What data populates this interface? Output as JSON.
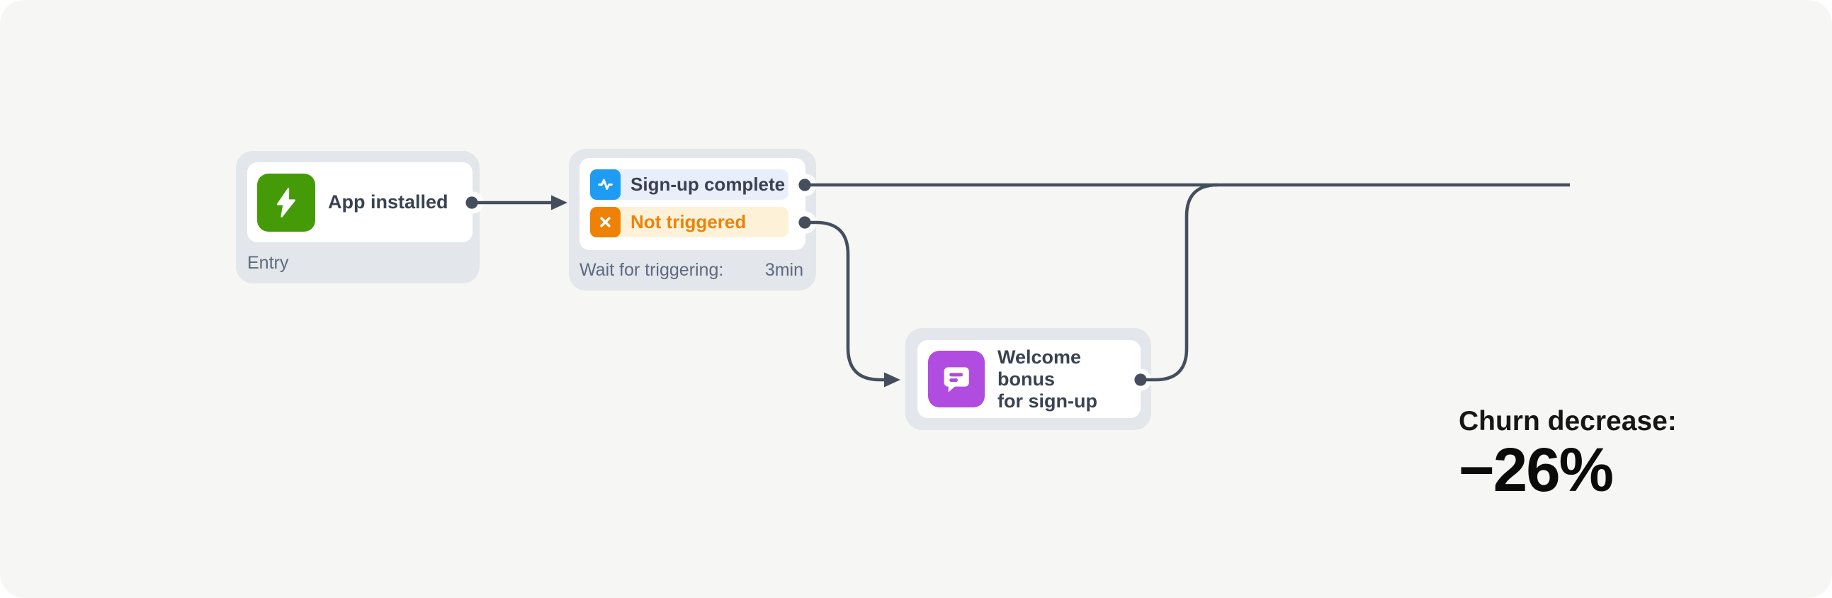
{
  "canvas": {
    "background_color": "#f6f6f5",
    "page_background_color": "#ffffff",
    "node_container_color": "#e3e6ea"
  },
  "nodes": {
    "entry": {
      "title": "App installed",
      "footer_label": "Entry",
      "icon": "lightning-bolt-icon",
      "icon_color": "#449b07"
    },
    "trigger_wait": {
      "footer_label": "Wait for triggering:",
      "footer_value": "3min",
      "branches": [
        {
          "label": "Sign-up complete",
          "icon": "activity-pulse-icon",
          "icon_color": "#1e9cf4",
          "row_color": "#e9effa",
          "label_color": "#3a4252"
        },
        {
          "label": "Not triggered",
          "icon": "x-mark-icon",
          "icon_color": "#ee8206",
          "row_color": "#fdf2d8",
          "label_color": "#ee8206"
        }
      ]
    },
    "message": {
      "title_line1": "Welcome bonus",
      "title_line2": "for sign-up",
      "icon": "chat-message-icon",
      "icon_color": "#b14ce0"
    }
  },
  "stat": {
    "label": "Churn decrease:",
    "value": "−26%"
  },
  "connectors": {
    "color": "#454e5d",
    "stroke_width": "4.6"
  }
}
